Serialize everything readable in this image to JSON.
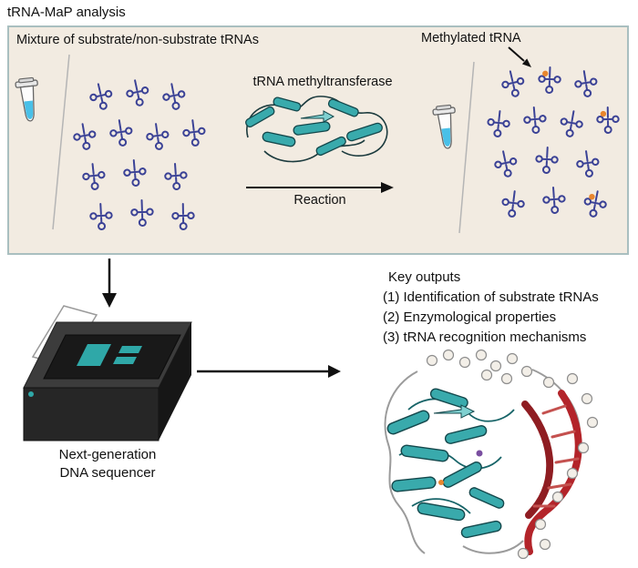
{
  "title": "tRNA-MaP analysis",
  "reaction_panel": {
    "mixture_label": "Mixture of substrate/non-substrate tRNAs",
    "methylated_label": "Methylated tRNA",
    "enzyme_label": "tRNA methyltransferase",
    "reaction_label": "Reaction",
    "left_trna_count": 13,
    "right_trna_count": 13,
    "right_methylated_indices": [
      1,
      6,
      12
    ]
  },
  "sequencer": {
    "label_line1": "Next-generation",
    "label_line2": "DNA sequencer"
  },
  "key_outputs": {
    "title": "Key outputs",
    "items": [
      "(1) Identification of substrate tRNAs",
      "(2) Enzymological properties",
      "(3) tRNA recognition mechanisms"
    ]
  },
  "colors": {
    "panel_background": "#f2ebe1",
    "panel_border": "#a9bfc0",
    "trna": "#3b4296",
    "methyl": "#e8862e",
    "protein_teal": "#39aaac",
    "rna_red": "#b3242a",
    "liquid_cyan": "#49c0e8"
  }
}
